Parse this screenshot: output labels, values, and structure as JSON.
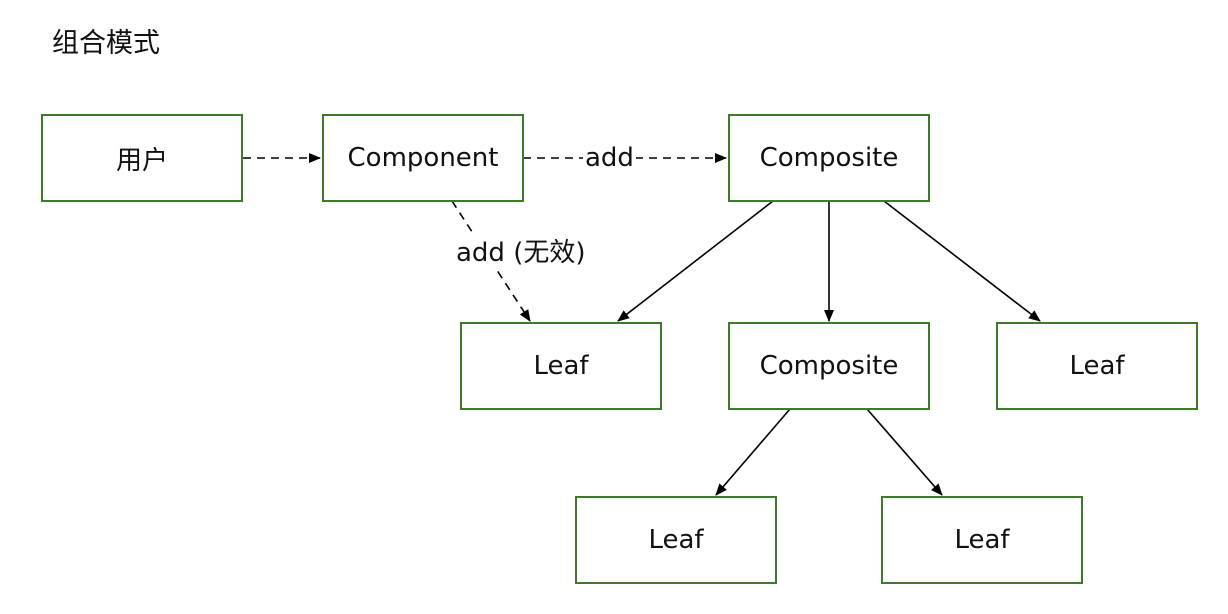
{
  "title": "组合模式",
  "colors": {
    "node_border": "#3f7a2c",
    "edge": "#000000"
  },
  "nodes": {
    "user": "用户",
    "component": "Component",
    "composite_top": "Composite",
    "leaf_left": "Leaf",
    "composite_mid": "Composite",
    "leaf_right": "Leaf",
    "leaf_bottom_left": "Leaf",
    "leaf_bottom_right": "Leaf"
  },
  "edge_labels": {
    "component_to_composite": "add",
    "component_to_leaf": "add (无效)"
  }
}
